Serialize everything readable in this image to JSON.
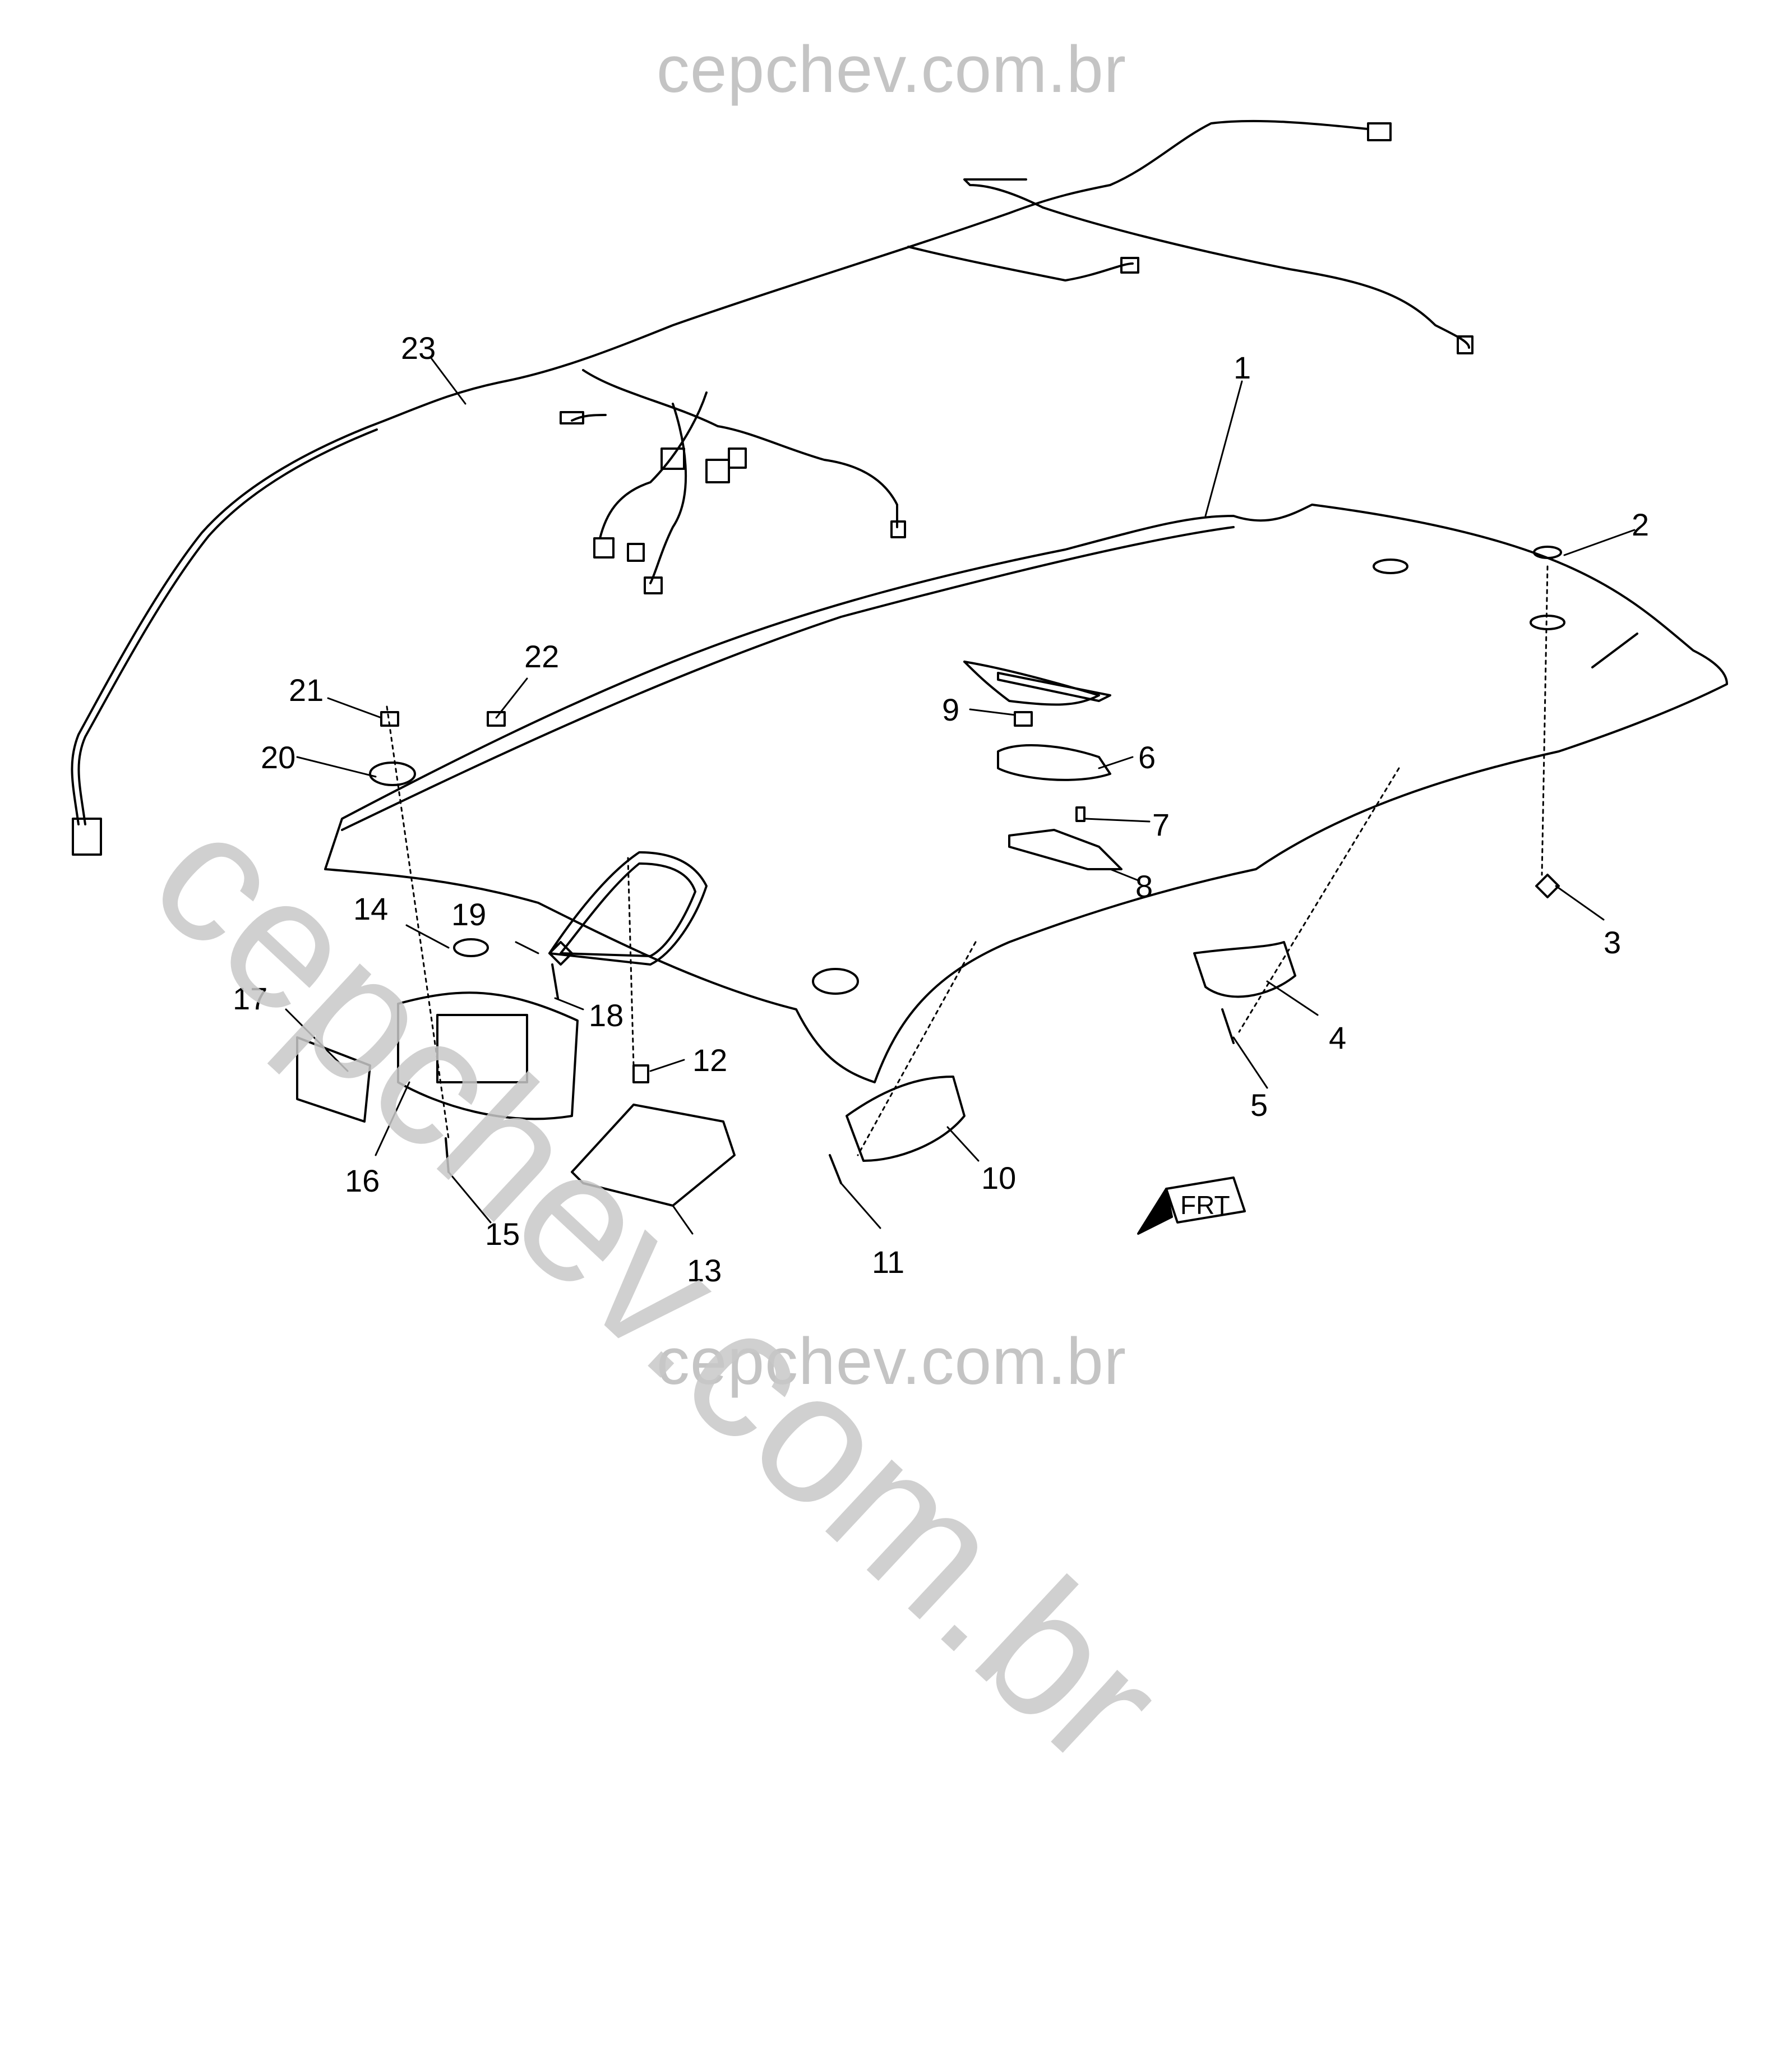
{
  "watermark": {
    "top": "cepchev.com.br",
    "diagonal": "cepchev.com.br",
    "bottom": "cepchev.com.br"
  },
  "callouts": {
    "c1": "1",
    "c2": "2",
    "c3": "3",
    "c4": "4",
    "c5": "5",
    "c6": "6",
    "c7": "7",
    "c8": "8",
    "c9": "9",
    "c10": "10",
    "c11": "11",
    "c12": "12",
    "c13": "13",
    "c14": "14",
    "c15": "15",
    "c16": "16",
    "c17": "17",
    "c18": "18",
    "c19": "19",
    "c20": "20",
    "c21": "21",
    "c22": "22",
    "c23": "23"
  },
  "direction_indicator": {
    "label": "FRT"
  }
}
